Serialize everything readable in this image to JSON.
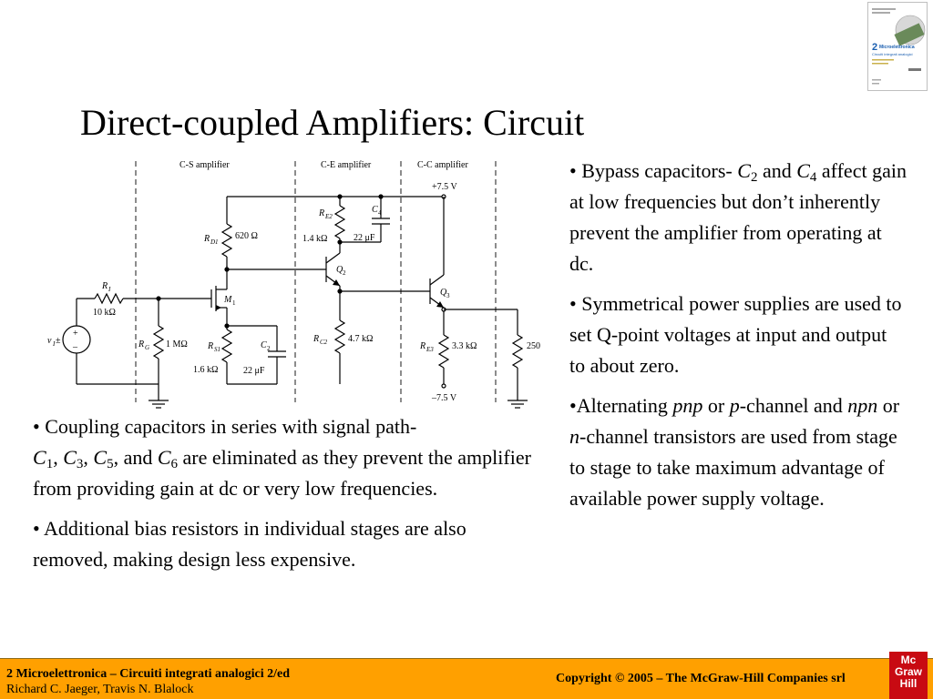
{
  "slide": {
    "title": "Direct-coupled Amplifiers: Circuit"
  },
  "book_cover": {
    "number": "2",
    "line1": "Microelettronica",
    "line2": "Circuiti integrati analogici"
  },
  "circuit": {
    "section_labels": [
      "C-S amplifier",
      "C-E amplifier",
      "C-C amplifier"
    ],
    "vplus": "+7.5 V",
    "vminus": "–7.5 V",
    "source": "v",
    "source_sub": "I",
    "source_pm": "±",
    "ri": "R",
    "ri_sub": "I",
    "ri_val": "10 kΩ",
    "rg": "R",
    "rg_sub": "G",
    "rg_val": "1 MΩ",
    "rd1": "R",
    "rd1_sub": "D1",
    "rd1_val": "620 Ω",
    "rs1": "R",
    "rs1_sub": "S1",
    "rs1_val": "1.6 kΩ",
    "c2": "C",
    "c2_sub": "2",
    "c2_val": "22 μF",
    "m1": "M",
    "m1_sub": "1",
    "re2": "R",
    "re2_sub": "E2",
    "re2_val": "1.4 kΩ",
    "c4": "C",
    "c4_sub": "4",
    "c4_val": "22 μF",
    "q2": "Q",
    "q2_sub": "2",
    "rc2": "R",
    "rc2_sub": "C2",
    "rc2_val": "4.7 kΩ",
    "q3": "Q",
    "q3_sub": "3",
    "re3": "R",
    "re3_sub": "E3",
    "re3_val": "3.3 kΩ",
    "rl_val": "250"
  },
  "left_text": {
    "b1_line1": "•  Coupling capacitors in series with signal path-",
    "c": "C",
    "c1": "1",
    "c3": "3",
    "c5": "5",
    "c6": "6",
    "comma": ", ",
    "and": ", and ",
    "b1_rest": " are eliminated as they prevent the amplifier from providing gain at dc or very low frequencies.",
    "b2": "•  Additional bias resistors in individual stages are also removed, making design less expensive."
  },
  "right_text": {
    "b1_pre": "•   Bypass capacitors- ",
    "c": "C",
    "c2": "2",
    "and": " and ",
    "c4": "4",
    "b1_rest": " affect gain at low frequencies but don’t inherently prevent the amplifier from operating at dc.",
    "b2": "•  Symmetrical power supplies are used to set Q-point voltages at input and output to about zero.",
    "b3_pre": "•Alternating ",
    "pnp": "pnp",
    "or1": " or ",
    "p": "p",
    "b3_mid": "-channel and ",
    "npn": "npn",
    "or2": " or ",
    "n": "n",
    "b3_rest": "-channel transistors are used from stage to stage to take maximum advantage of available power supply voltage."
  },
  "footer": {
    "left_line1": "2 Microelettronica – Circuiti integrati analogici 2/ed",
    "left_line2": "Richard C. Jaeger, Travis N. Blalock",
    "right": "Copyright © 2005 – The McGraw-Hill Companies srl"
  },
  "logo": {
    "line1": "Mc",
    "line2": "Graw",
    "line3": "Hill"
  },
  "colors": {
    "footer_bg": "#ffa000",
    "logo_bg": "#c80a12",
    "cover_blue": "#1b5fb0"
  }
}
